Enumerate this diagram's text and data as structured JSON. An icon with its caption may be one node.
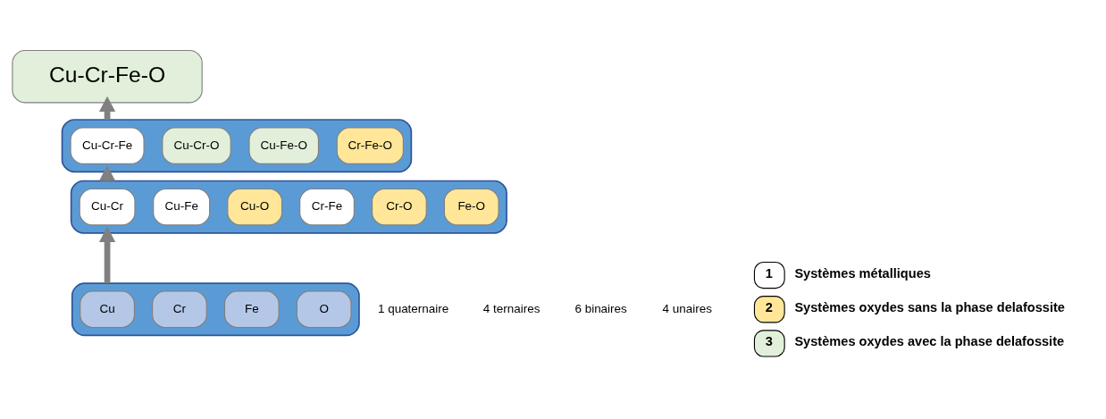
{
  "diagram": {
    "nodes": [
      {
        "text": [
          "Cu-Cr-Fe-O"
        ]
      },
      {
        "text": [],
        "shape": "box"
      },
      {
        "text": [
          "Cu-Cr-Fe"
        ],
        "in": 1
      },
      {
        "text": [
          "Cu-Cr-O"
        ],
        "in": 1
      },
      {
        "text": [
          "Cu-Fe-O"
        ],
        "in": 1
      },
      {
        "text": [
          "Cr-Fe-O"
        ],
        "in": 1
      },
      {
        "text": [],
        "shape": "box"
      },
      {
        "text": [
          "Cu-Cr"
        ],
        "in": 6
      },
      {
        "text": [
          "Cu-Fe"
        ],
        "in": 6
      },
      {
        "text": [
          "Cu-O"
        ],
        "in": 6
      },
      {
        "text": [
          "Cr-Fe"
        ],
        "in": 6
      },
      {
        "text": [
          "Cr-O"
        ],
        "in": 6
      },
      {
        "text": [
          "Fe-O"
        ],
        "in": 6
      },
      {
        "text": [],
        "shape": "box"
      },
      {
        "text": [
          "Cu"
        ],
        "in": 13
      },
      {
        "text": [
          "Cr"
        ],
        "in": 13
      },
      {
        "text": [
          "Fe"
        ],
        "in": 13
      },
      {
        "text": [
          "O"
        ],
        "in": 13
      }
    ],
    "edges": [
      {
        "from": 13,
        "to": 6,
        "arrow": "to"
      },
      {
        "from": 6,
        "to": 1,
        "arrow": "to"
      },
      {
        "from": 1,
        "to": 0,
        "arrow": "to"
      }
    ],
    "labels": [
      "1 quaternaire",
      "4 ternaires",
      "6 binaires",
      "4 unaires",
      "1",
      "2",
      "3"
    ],
    "legend": [
      {
        "text": "Systèmes métalliques",
        "color": "#ffffff"
      },
      {
        "text": "Systèmes oxydes sans la phase delafossite",
        "color": "#ffe699"
      },
      {
        "text": "Systèmes oxydes avec la phase delafossite",
        "color": "#e2efda"
      }
    ]
  }
}
